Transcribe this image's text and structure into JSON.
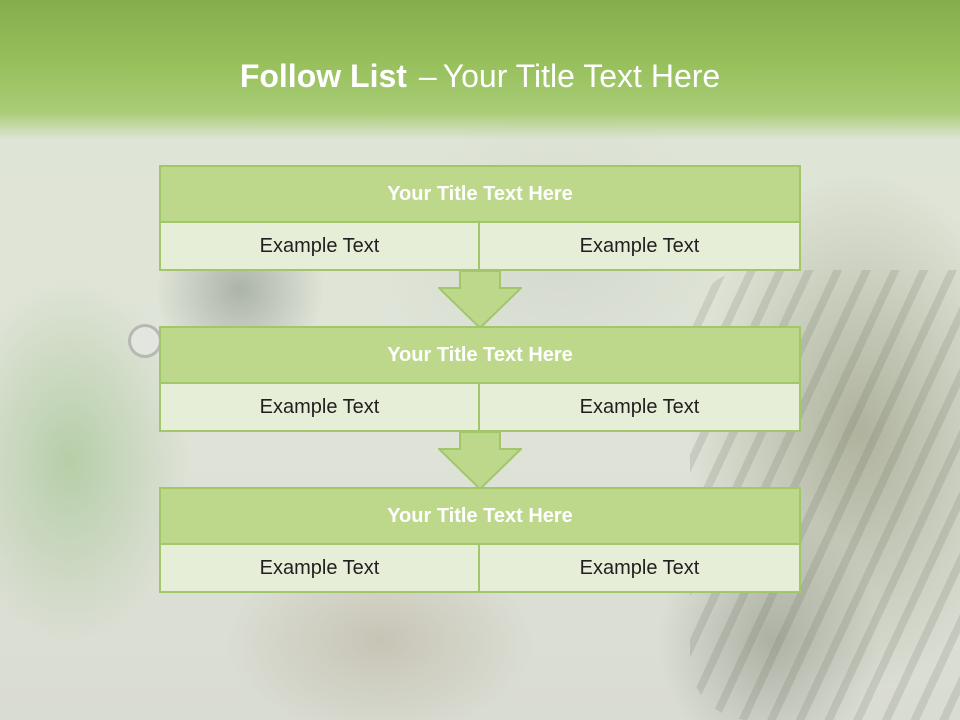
{
  "slide": {
    "title_bold": "Follow List",
    "title_dash": "–",
    "title_rest": "Your Title Text Here"
  },
  "steps": [
    {
      "title": "Your Title Text Here",
      "left": "Example Text",
      "right": "Example Text"
    },
    {
      "title": "Your Title Text Here",
      "left": "Example Text",
      "right": "Example Text"
    },
    {
      "title": "Your Title Text Here",
      "left": "Example Text",
      "right": "Example Text"
    }
  ],
  "colors": {
    "header_green": "#97c05c",
    "title_box_fill": "#bdd88a",
    "box_border": "#a2c66a",
    "cell_fill": "#e6eed8",
    "arrow_fill": "#bdd88a"
  }
}
